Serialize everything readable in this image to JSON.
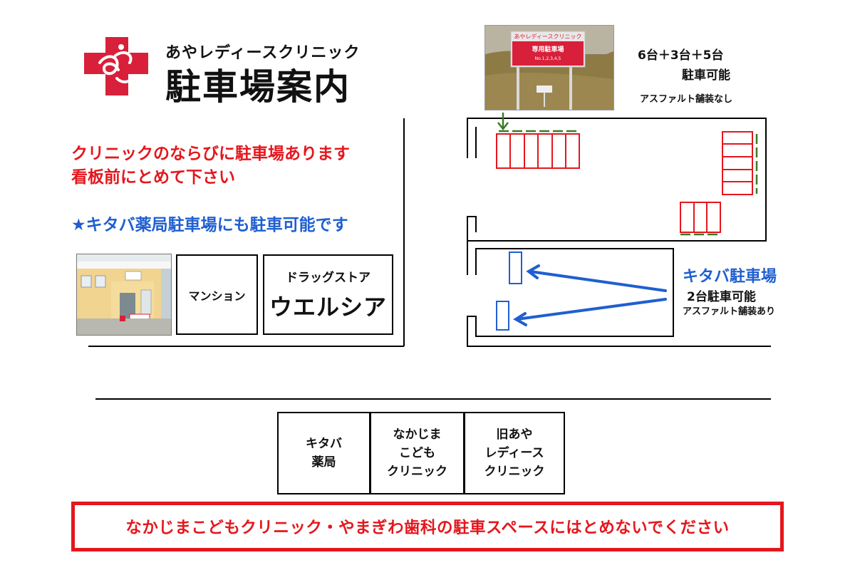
{
  "header": {
    "clinic_name": "あやレディースクリニック",
    "title": "駐車場案内"
  },
  "sign_photo": {
    "sign_clinic": "あやレディースクリニック",
    "sign_title": "専用駐車場",
    "sign_numbers": "No.1,2,3,4,5"
  },
  "capacity": {
    "line1": "6台＋3台＋5台",
    "line2": "駐車可能",
    "paving": "アスファルト舗装なし"
  },
  "notes": {
    "line1": "クリニックのならびに駐車場あります",
    "line2": "看板前にとめて下さい",
    "line3": "★キタバ薬局駐車場にも駐車可能です"
  },
  "buildings": {
    "mansion": "マンション",
    "drugstore_sub": "ドラッグストア",
    "drugstore_name": "ウエルシア",
    "kitaba_pharmacy": [
      "キタバ",
      "薬局"
    ],
    "nakajima_clinic": [
      "なかじま",
      "こども",
      "クリニック"
    ],
    "former_aya": [
      "旧あや",
      "レディース",
      "クリニック"
    ]
  },
  "kitaba_lot": {
    "label": "キタバ駐車場",
    "capacity": "2台駐車可能",
    "paving": "アスファルト舗装あり"
  },
  "warning": "なかじまこどもクリニック・やまぎわ歯科の駐車スペースにはとめないでください",
  "colors": {
    "red": "#e4171d",
    "blue": "#1f5fd0",
    "green": "#3a7a24",
    "logo_red": "#d8203a"
  },
  "icons": [
    "logo-cross-icon",
    "green-arrow-icon",
    "blue-arrow-icon"
  ]
}
